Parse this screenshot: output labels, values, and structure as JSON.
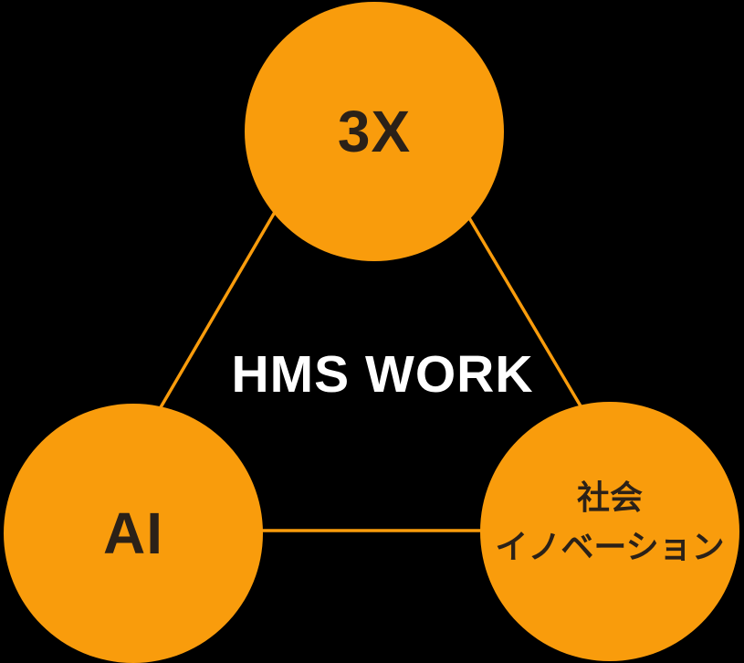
{
  "diagram": {
    "center_label": "HMS WORK",
    "nodes": [
      {
        "id": "top",
        "label": "3X"
      },
      {
        "id": "bottom-left",
        "label": "AI"
      },
      {
        "id": "bottom-right",
        "label": "社会\nイノベーション"
      }
    ],
    "connectors": [
      {
        "name": "top-to-bottom-left"
      },
      {
        "name": "top-to-bottom-right"
      },
      {
        "name": "bottom-left-to-bottom-right"
      }
    ],
    "colors": {
      "circle_fill": "#F99C0C",
      "connector_line": "#F99C0C",
      "node_text": "#2B2118",
      "center_text": "#FFFFFF",
      "background": "#000000"
    }
  }
}
